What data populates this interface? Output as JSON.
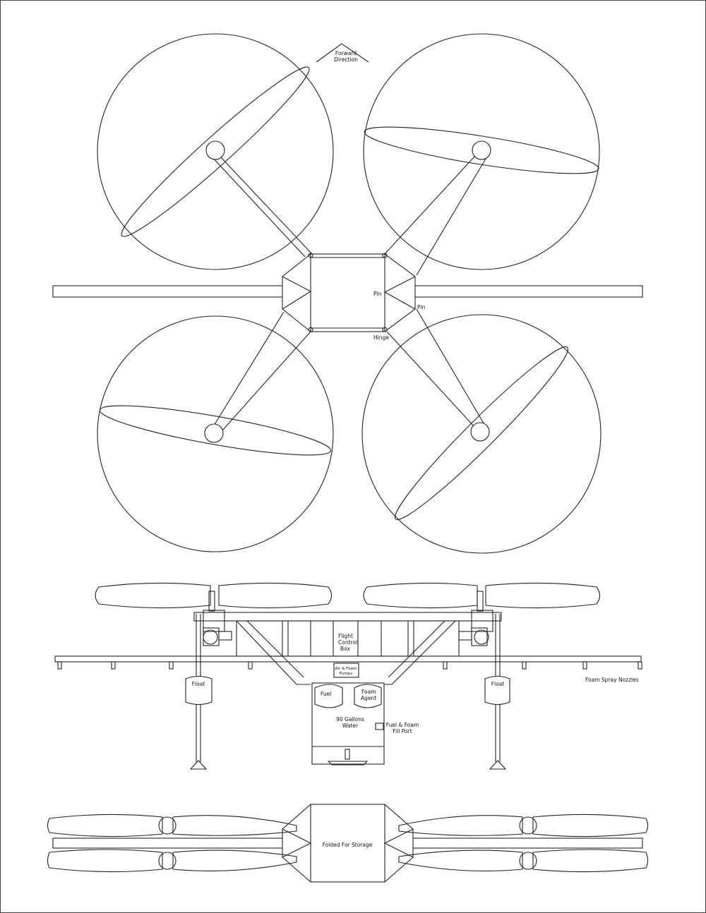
{
  "top_view": {
    "forward_direction": [
      "Forward",
      "Direction"
    ],
    "pin_center": "Pin",
    "pin_right": "Pin",
    "hinge": "Hinge"
  },
  "side_view": {
    "flight_control_box": [
      "Flight",
      "Control",
      "Box"
    ],
    "pumps": [
      "Air & Foam",
      "Pumps"
    ],
    "fuel": "Fuel",
    "foam_agent": [
      "Foam",
      "Agent"
    ],
    "water_tank": [
      "90 Gallons",
      "Water"
    ],
    "fill_port": [
      "Fuel & Foam",
      "Fill Port"
    ],
    "float_left": "Float",
    "float_right": "Float",
    "nozzles": "Foam Spray Nozzles"
  },
  "folded_view": {
    "label": "Folded For Storage"
  }
}
